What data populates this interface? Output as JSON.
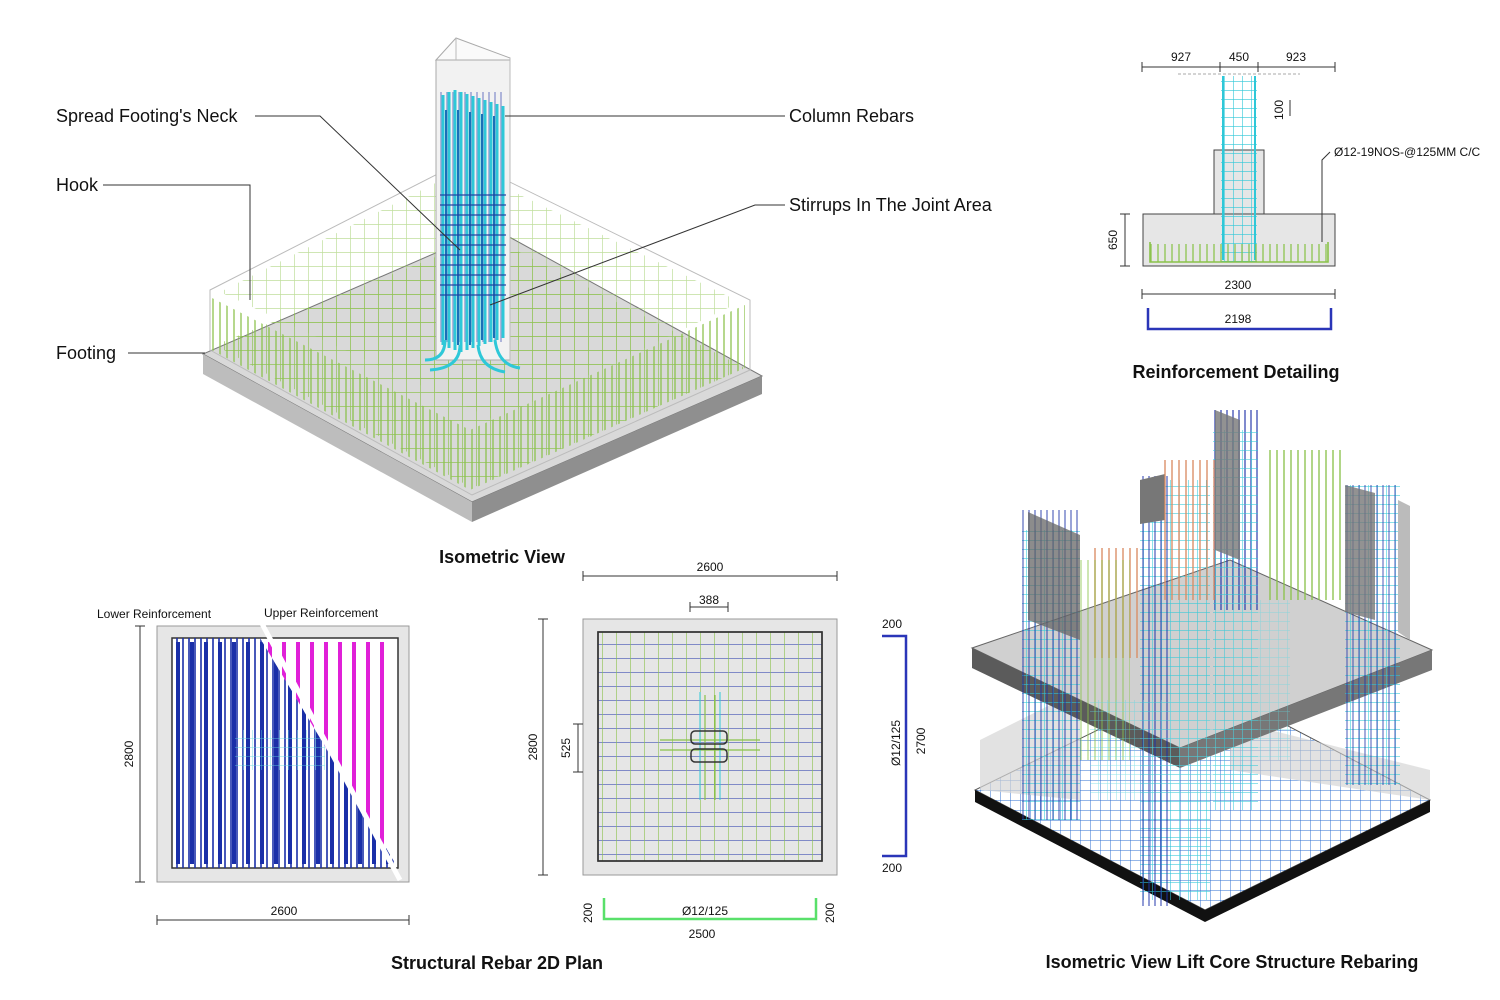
{
  "isometric_view": {
    "title": "Isometric View",
    "callouts": {
      "neck": "Spread Footing's Neck",
      "hook": "Hook",
      "footing": "Footing",
      "column_rebars": "Column Rebars",
      "stirrups": "Stirrups In The Joint Area"
    }
  },
  "reinforcement_detailing": {
    "title": "Reinforcement Detailing",
    "dim_left": "927",
    "dim_mid": "450",
    "dim_right": "923",
    "dim_100": "100",
    "dim_650": "650",
    "dim_2300": "2300",
    "dim_2198": "2198",
    "note": "Ø12-19NOS-@125MM C/C"
  },
  "rebar_plan": {
    "title": "Structural Rebar 2D Plan",
    "lower_label": "Lower Reinforcement",
    "upper_label": "Upper Reinforcement",
    "left_width": "2600",
    "left_height": "2800",
    "mid_width": "2600",
    "mid_spacing": "388",
    "mid_height": "2800",
    "mid_525": "525",
    "bottom_bar": "Ø12/125",
    "bottom_2500": "2500",
    "bottom_left_200": "200",
    "bottom_right_200": "200",
    "right_bar": "Ø12/125",
    "right_2700": "2700",
    "right_top_200": "200",
    "right_bottom_200": "200"
  },
  "lift_core": {
    "title": "Isometric View Lift Core Structure Rebaring"
  },
  "colors": {
    "green_rebar": "#8ac24a",
    "cyan_rebar": "#2ec8d8",
    "blue_rebar": "#1a2fa8",
    "magenta_rebar": "#e020d8",
    "orange_rebar": "#d88a60",
    "concrete": "#e6e6e6"
  }
}
